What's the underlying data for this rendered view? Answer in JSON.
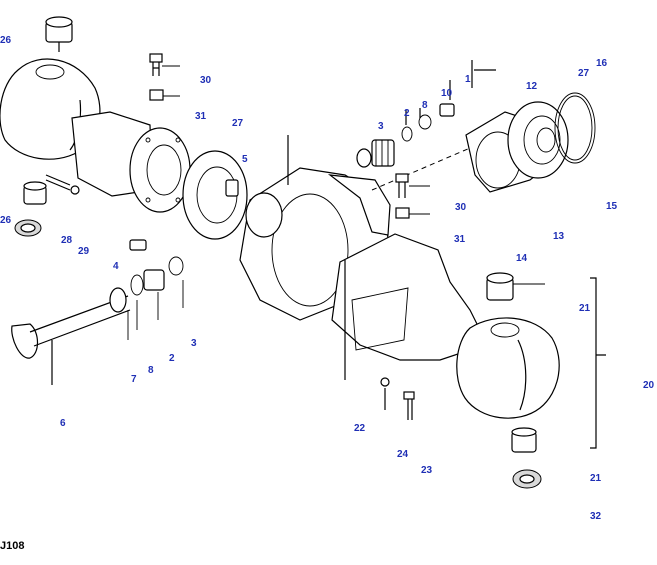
{
  "diagram": {
    "callouts": [
      {
        "id": "c26a",
        "text": "26"
      },
      {
        "id": "c26b",
        "text": "26"
      },
      {
        "id": "c28",
        "text": "28"
      },
      {
        "id": "c29",
        "text": "29"
      },
      {
        "id": "c30a",
        "text": "30"
      },
      {
        "id": "c31a",
        "text": "31"
      },
      {
        "id": "c27a",
        "text": "27"
      },
      {
        "id": "c5",
        "text": "5"
      },
      {
        "id": "c4",
        "text": "4"
      },
      {
        "id": "c3a",
        "text": "3"
      },
      {
        "id": "c2a",
        "text": "2"
      },
      {
        "id": "c7",
        "text": "7"
      },
      {
        "id": "c8a",
        "text": "8"
      },
      {
        "id": "c6",
        "text": "6"
      },
      {
        "id": "c3b",
        "text": "3"
      },
      {
        "id": "c2b",
        "text": "2"
      },
      {
        "id": "c8b",
        "text": "8"
      },
      {
        "id": "c10",
        "text": "10"
      },
      {
        "id": "c1",
        "text": "1"
      },
      {
        "id": "c12",
        "text": "12"
      },
      {
        "id": "c27b",
        "text": "27"
      },
      {
        "id": "c16",
        "text": "16"
      },
      {
        "id": "c15",
        "text": "15"
      },
      {
        "id": "c13",
        "text": "13"
      },
      {
        "id": "c30b",
        "text": "30"
      },
      {
        "id": "c31b",
        "text": "31"
      },
      {
        "id": "c14",
        "text": "14"
      },
      {
        "id": "c21a",
        "text": "21"
      },
      {
        "id": "c20",
        "text": "20"
      },
      {
        "id": "c22",
        "text": "22"
      },
      {
        "id": "c24",
        "text": "24"
      },
      {
        "id": "c23",
        "text": "23"
      },
      {
        "id": "c21b",
        "text": "21"
      },
      {
        "id": "c32",
        "text": "32"
      }
    ],
    "corner_fragment": "J108"
  }
}
